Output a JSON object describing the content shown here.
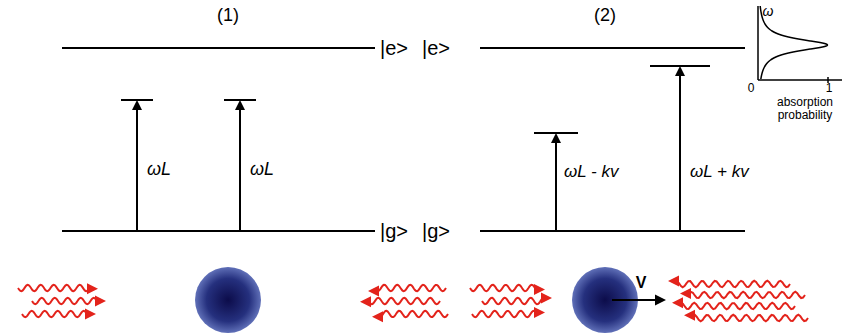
{
  "diagram": {
    "labels": [
      "(1)",
      "(2)",
      "|e>",
      "|g>",
      "ωL",
      "ωL",
      "|e>",
      "|g>",
      "ωL - kv",
      "ωL + kv",
      "ω",
      "0",
      "1",
      "absorption probability",
      "V"
    ]
  }
}
